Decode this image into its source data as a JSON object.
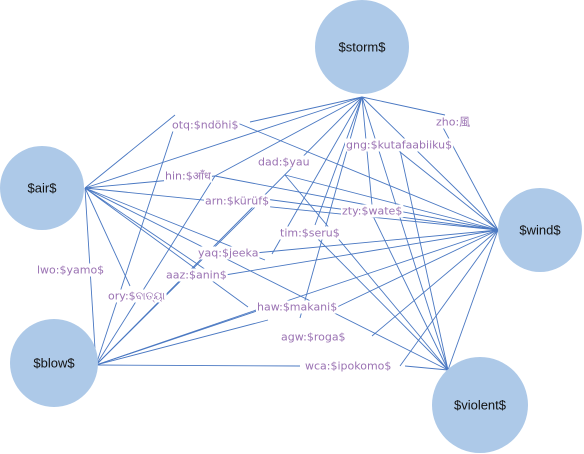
{
  "nodes": {
    "storm": "$storm$",
    "air": "$air$",
    "wind": "$wind$",
    "blow": "$blow$",
    "violent": "$violent$"
  },
  "labels": {
    "otq": "otq:$ndöhi$",
    "zho": "zho:風",
    "gng": "gng:$kutafaabiiku$",
    "dad": "dad:$yau",
    "hin": "hin:$आँध",
    "arn": "arn:$kürüf$",
    "zty": "zty:$wate$",
    "tim": "tim:$seru$",
    "yaq": "yaq:$jeeka",
    "aaz": "aaz:$anin$",
    "lwo": "lwo:$yamo$",
    "ory": "ory:$ବାତ୍ୟା",
    "haw": "haw:$makani$",
    "agw": "agw:$roga$",
    "wca": "wca:$ipokomo$"
  },
  "colors": {
    "node_fill": "#adc9e8",
    "edge": "#4a78c2",
    "label_text": "#9b73b3"
  }
}
